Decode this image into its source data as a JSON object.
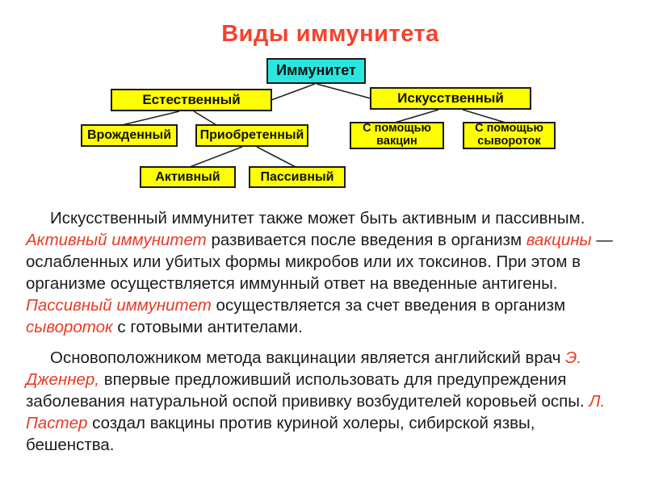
{
  "title": "Виды иммунитета",
  "colors": {
    "title_red": "#f9402c",
    "accent_red": "#e93a26",
    "node_yellow": "#ffff00",
    "node_cyan": "#2ae6e0",
    "node_border": "#1a1a1a",
    "body_text": "#1b1b1b",
    "background": "#ffffff"
  },
  "diagram": {
    "nodes": {
      "immunity": {
        "label": "Иммунитет"
      },
      "natural": {
        "label": "Естественный"
      },
      "artificial": {
        "label": "Искусственный"
      },
      "innate": {
        "label": "Врожденный"
      },
      "acquired": {
        "label": "Приобретенный"
      },
      "by_vaccines": {
        "line1": "С помощью",
        "line2": "вакцин"
      },
      "by_serums": {
        "line1": "С помощью",
        "line2": "сывороток"
      },
      "active": {
        "label": "Активный"
      },
      "passive": {
        "label": "Пассивный"
      }
    },
    "edges": [
      {
        "from": "immunity",
        "to": "natural"
      },
      {
        "from": "immunity",
        "to": "artificial"
      },
      {
        "from": "natural",
        "to": "innate"
      },
      {
        "from": "natural",
        "to": "acquired"
      },
      {
        "from": "acquired",
        "to": "active"
      },
      {
        "from": "acquired",
        "to": "passive"
      },
      {
        "from": "artificial",
        "to": "by_vaccines"
      },
      {
        "from": "artificial",
        "to": "by_serums"
      }
    ]
  },
  "body": {
    "p1": {
      "l1": {
        "a": "Искусственный иммунитет также может быть активным и пассивным."
      },
      "l2": {
        "a": "Активный иммунитет",
        "b": " развивается после введения в организм ",
        "c": "вакцины",
        "d": " —"
      },
      "l3": {
        "a": "ослабленных или убитых формы микробов или их токсинов. При этом в"
      },
      "l4": {
        "a": "организме осуществляется иммунный ответ на введенные антигены."
      },
      "l5": {
        "a": "Пассивный иммунитет",
        "b": " осуществляется за счет введения в организм"
      },
      "l6": {
        "a": "сывороток",
        "b": " с готовыми антителами."
      }
    },
    "p2": {
      "l1": {
        "a": "Основоположником метода вакцинации является английский врач ",
        "b": "Э."
      },
      "l2": {
        "a": "Дженнер,",
        "b": " впервые предложивший использовать для предупреждения"
      },
      "l3": {
        "a": "заболевания натуральной оспой прививку возбудителей коровьей оспы. ",
        "b": "Л."
      },
      "l4": {
        "a": "Пастер",
        "b": " создал вакцины против куриной холеры, сибирской язвы,"
      },
      "l5": {
        "a": "бешенства."
      }
    }
  }
}
